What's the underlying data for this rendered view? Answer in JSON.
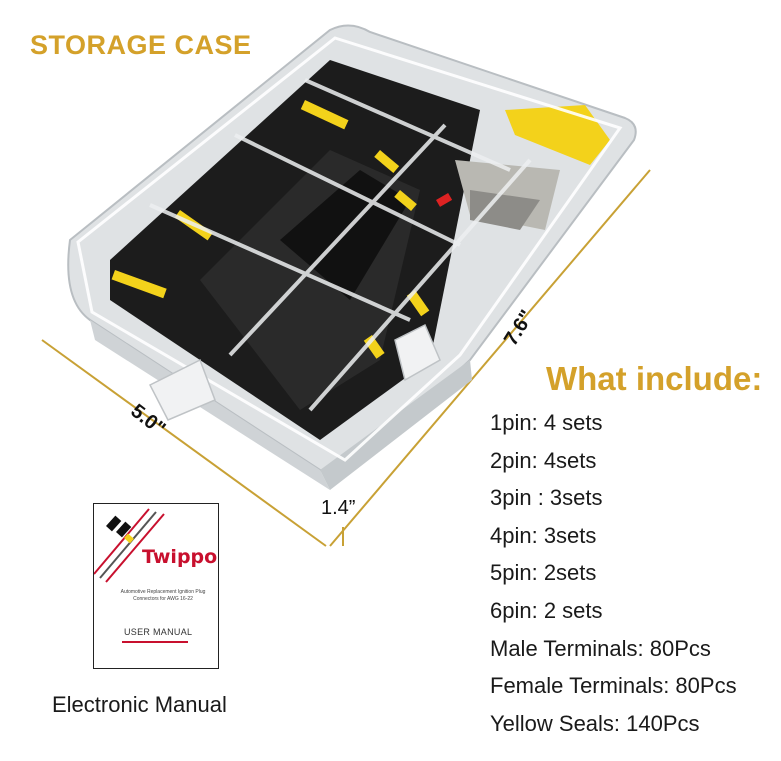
{
  "storage_case": {
    "heading": "STORAGE CASE"
  },
  "dimensions": {
    "width": "5.0\"",
    "length": "7.6\"",
    "height": "1.4”"
  },
  "includes": {
    "heading": "What include:",
    "items": [
      "1pin:  4 sets",
      "2pin:  4sets",
      "3pin : 3sets",
      "4pin: 3sets",
      "5pin: 2sets",
      "6pin: 2 sets",
      "Male Terminals: 80Pcs",
      "Female Terminals: 80Pcs",
      "Yellow Seals: 140Pcs"
    ]
  },
  "manual": {
    "brand": "Twippo",
    "description": "Automotive Replacement Ignition Plug Connectors for AWG 16-22",
    "title": "USER MANUAL",
    "caption": "Electronic Manual"
  },
  "colors": {
    "heading_gold": "#d4a12a",
    "dimension_line": "#c8a135",
    "brand_red": "#c8102e",
    "connector_yellow": "#f3d21b"
  }
}
